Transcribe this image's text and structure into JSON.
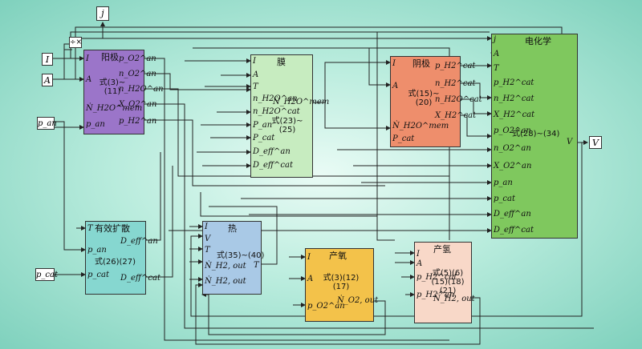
{
  "io": {
    "j_out": "j",
    "V_out": "V",
    "I_in": "I",
    "A_in": "A",
    "pan_in": "p_an",
    "pcat_in": "p_cat",
    "divmul": "÷×"
  },
  "anode": {
    "title": "阳极",
    "eq": "式(3)~ (11)",
    "in_ports": [
      "I",
      "A",
      "Ṅ_H2O^mem",
      "p_an"
    ],
    "out_ports": [
      "p_O2^an",
      "n_O2^an",
      "n_H2O^an",
      "X_O2^an",
      "p_H2^an"
    ]
  },
  "membrane": {
    "title": "膜",
    "eq": "式(23)~ (25)",
    "in_ports": [
      "I",
      "A",
      "T",
      "n_H2O^an",
      "n_H2O^cat",
      "P_an",
      "P_cat",
      "D_eff^an",
      "D_eff^cat"
    ],
    "out_ports": [
      "Ṅ_H2O^mem"
    ]
  },
  "cathode": {
    "title": "阴极",
    "eq": "式(15)~ (20)",
    "in_ports": [
      "I",
      "A",
      "Ṅ_H2O^mem",
      "P_cat"
    ],
    "out_ports": [
      "p_H2^cat",
      "n_H2^cat",
      "n_H2O^cat",
      "X_H2^cat"
    ]
  },
  "electro": {
    "title": "电化学",
    "eq": "式(28)~(34)",
    "in_ports": [
      "j",
      "A",
      "T",
      "p_H2^cat",
      "n_H2^cat",
      "X_H2^cat",
      "p_O2^an",
      "n_O2^an",
      "X_O2^an",
      "p_an",
      "p_cat",
      "D_eff^an",
      "D_eff^cat"
    ],
    "out_port": "V"
  },
  "diffusion": {
    "title": "有效扩散",
    "eq": "式(26)(27)",
    "in_ports": [
      "T",
      "p_an",
      "p_cat"
    ],
    "out_ports": [
      "D_eff^an",
      "D_eff^cat"
    ]
  },
  "heat": {
    "title": "热",
    "eq": "式(35)~(40)",
    "in_ports": [
      "I",
      "V",
      "T",
      "Ṅ_H2, out",
      "Ṅ_H2, out"
    ],
    "out_ports": [
      "T"
    ]
  },
  "oxygen": {
    "title": "产氧",
    "eq": "式(3)(12) (17)",
    "in_ports": [
      "I",
      "A",
      "p_O2^an"
    ],
    "out_ports": [
      "Ṅ_O2, out"
    ]
  },
  "hydrogen": {
    "title": "产氢",
    "eq": "式(5)(6) (15)(18)(21)",
    "in_ports": [
      "I",
      "A",
      "p_H2^cat",
      "p_H2^an"
    ],
    "out_ports": [
      "Ṅ_H2, out"
    ]
  },
  "colors": {
    "anode": "#9b75c9",
    "membrane": "#c7ecc0",
    "cathode": "#ee8e6c",
    "electro": "#7fc85e",
    "diffusion": "#86d7d0",
    "heat": "#a9c9e6",
    "oxygen": "#f3c24a",
    "hydrogen": "#f8d8c8"
  }
}
